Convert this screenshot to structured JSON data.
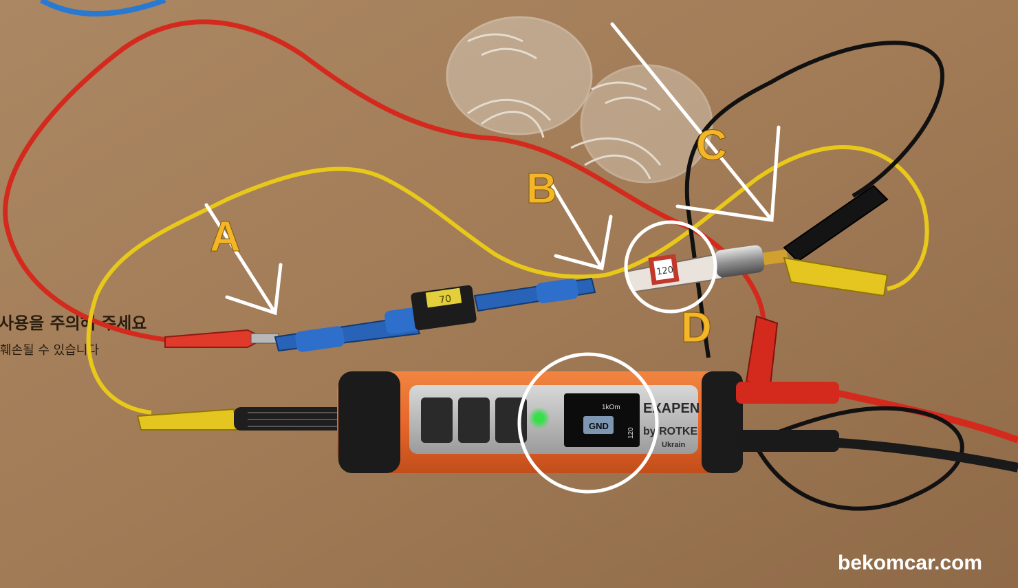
{
  "annotations": {
    "label_a": "A",
    "label_b": "B",
    "label_c": "C",
    "label_d": "D"
  },
  "box_print": {
    "line1": "사용을 주의해 주세요",
    "line2": "훼손될 수 있습니다"
  },
  "device": {
    "brand": "EXAPEN",
    "byline": "by ROTKE",
    "origin": "Ukrain",
    "screen_mode": "GND",
    "screen_resistor": "1kOm",
    "screen_termination": "120"
  },
  "resistor_label": "120",
  "fuse_label": "70",
  "watermark": "bekomcar.com",
  "colors": {
    "background": "#a47f5c",
    "annotation_letter": "#f5b529",
    "wire_red": "#d42a1e",
    "wire_yellow": "#e8c81a",
    "wire_black": "#111111",
    "device_body": "#e8672a",
    "led": "#35e04a"
  }
}
